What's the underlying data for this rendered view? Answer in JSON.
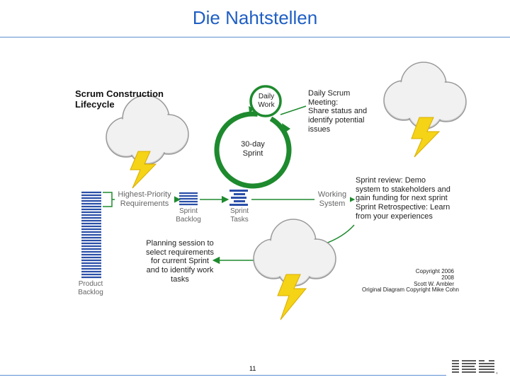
{
  "slide": {
    "title": "Die Nahtstellen",
    "page_number": "11"
  },
  "diagram": {
    "heading": [
      "Scrum Construction",
      "Lifecycle"
    ],
    "daily_work": [
      "Daily",
      "Work"
    ],
    "daily_scrum": [
      "Daily Scrum",
      "Meeting:",
      "Share status and",
      "identify potential",
      "issues"
    ],
    "sprint_length": [
      "30-day",
      "Sprint"
    ],
    "highest_priority": [
      "Highest-Priority",
      "Requirements"
    ],
    "sprint_backlog": [
      "Sprint",
      "Backlog"
    ],
    "sprint_tasks": [
      "Sprint",
      "Tasks"
    ],
    "working_system": [
      "Working",
      "System"
    ],
    "sprint_review": [
      "Sprint review: Demo",
      "system to stakeholders and",
      "gain funding for next sprint",
      "Sprint Retrospective: Learn",
      "from your experiences"
    ],
    "planning_session": [
      "Planning session to",
      "select requirements",
      "for current Sprint",
      "and to identify work",
      "tasks"
    ],
    "product_backlog": [
      "Product",
      "Backlog"
    ],
    "copyright": [
      "Copyright 2006 2008",
      "Scott W. Ambler"
    ],
    "original_diagram": "Original Diagram Copyright Mike Cohn"
  },
  "colors": {
    "title": "#1f5fc4",
    "backlog_blue": "#2b4fa8",
    "cycle_green": "#1e8a2e",
    "lightning": "#f5d316"
  },
  "logo": "IBM"
}
